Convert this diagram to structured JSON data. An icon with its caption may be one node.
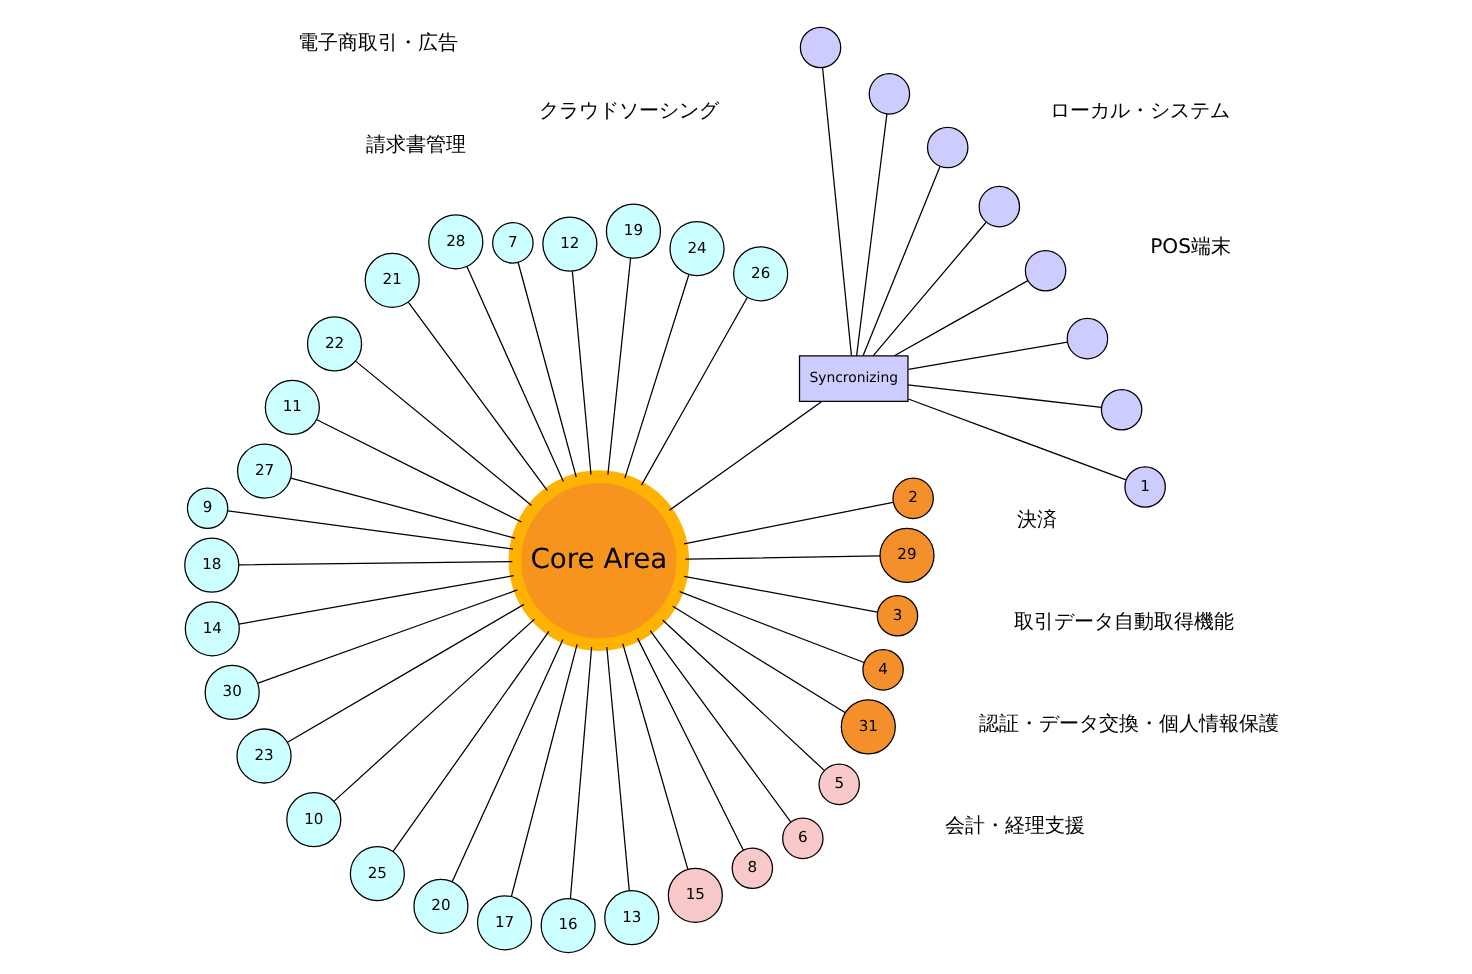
{
  "diagram": {
    "nodes": [
      {
        "text": [
          "Core Area"
        ]
      },
      {
        "text": [
          "1"
        ]
      },
      {
        "text": [],
        "shape": "circle"
      },
      {
        "text": [],
        "shape": "circle"
      },
      {
        "text": [],
        "shape": "circle"
      },
      {
        "text": [],
        "shape": "circle"
      },
      {
        "text": [],
        "shape": "circle"
      },
      {
        "text": [],
        "shape": "circle"
      },
      {
        "text": [],
        "shape": "circle"
      },
      {
        "text": [
          "Syncronizing"
        ]
      },
      {
        "text": [
          "26"
        ]
      },
      {
        "text": [
          "24"
        ]
      },
      {
        "text": [
          "19"
        ]
      },
      {
        "text": [
          "12"
        ]
      },
      {
        "text": [
          "7"
        ]
      },
      {
        "text": [
          "28"
        ]
      },
      {
        "text": [
          "21"
        ]
      },
      {
        "text": [
          "22"
        ]
      },
      {
        "text": [
          "11"
        ]
      },
      {
        "text": [
          "27"
        ]
      },
      {
        "text": [
          "9"
        ]
      },
      {
        "text": [
          "18"
        ]
      },
      {
        "text": [
          "14"
        ]
      },
      {
        "text": [
          "30"
        ]
      },
      {
        "text": [
          "23"
        ]
      },
      {
        "text": [
          "10"
        ]
      },
      {
        "text": [
          "25"
        ]
      },
      {
        "text": [
          "20"
        ]
      },
      {
        "text": [
          "17"
        ]
      },
      {
        "text": [
          "16"
        ]
      },
      {
        "text": [
          "13"
        ]
      },
      {
        "text": [
          "15"
        ]
      },
      {
        "text": [
          "8"
        ]
      },
      {
        "text": [
          "6"
        ]
      },
      {
        "text": [
          "5"
        ]
      },
      {
        "text": [
          "31"
        ]
      },
      {
        "text": [
          "4"
        ]
      },
      {
        "text": [
          "3"
        ]
      },
      {
        "text": [
          "29"
        ]
      },
      {
        "text": [
          "2"
        ]
      }
    ],
    "edges": [
      {
        "from": 1,
        "to": 9,
        "arrow": "none"
      },
      {
        "from": 2,
        "to": 9,
        "arrow": "none"
      },
      {
        "from": 3,
        "to": 9,
        "arrow": "none"
      },
      {
        "from": 4,
        "to": 9,
        "arrow": "none"
      },
      {
        "from": 5,
        "to": 9,
        "arrow": "none"
      },
      {
        "from": 6,
        "to": 9,
        "arrow": "none"
      },
      {
        "from": 7,
        "to": 9,
        "arrow": "none"
      },
      {
        "from": 8,
        "to": 9,
        "arrow": "none"
      },
      {
        "from": 9,
        "to": 0,
        "arrow": "none"
      },
      {
        "from": 10,
        "to": 0,
        "arrow": "none"
      },
      {
        "from": 11,
        "to": 0,
        "arrow": "none"
      },
      {
        "from": 12,
        "to": 0,
        "arrow": "none"
      },
      {
        "from": 13,
        "to": 0,
        "arrow": "none"
      },
      {
        "from": 14,
        "to": 0,
        "arrow": "none"
      },
      {
        "from": 15,
        "to": 0,
        "arrow": "none"
      },
      {
        "from": 16,
        "to": 0,
        "arrow": "none"
      },
      {
        "from": 17,
        "to": 0,
        "arrow": "none"
      },
      {
        "from": 18,
        "to": 0,
        "arrow": "none"
      },
      {
        "from": 19,
        "to": 0,
        "arrow": "none"
      },
      {
        "from": 20,
        "to": 0,
        "arrow": "none"
      },
      {
        "from": 21,
        "to": 0,
        "arrow": "none"
      },
      {
        "from": 22,
        "to": 0,
        "arrow": "none"
      },
      {
        "from": 23,
        "to": 0,
        "arrow": "none"
      },
      {
        "from": 24,
        "to": 0,
        "arrow": "none"
      },
      {
        "from": 25,
        "to": 0,
        "arrow": "none"
      },
      {
        "from": 26,
        "to": 0,
        "arrow": "none"
      },
      {
        "from": 27,
        "to": 0,
        "arrow": "none"
      },
      {
        "from": 28,
        "to": 0,
        "arrow": "none"
      },
      {
        "from": 29,
        "to": 0,
        "arrow": "none"
      },
      {
        "from": 30,
        "to": 0,
        "arrow": "none"
      },
      {
        "from": 31,
        "to": 0,
        "arrow": "none"
      },
      {
        "from": 32,
        "to": 0,
        "arrow": "none"
      },
      {
        "from": 33,
        "to": 0,
        "arrow": "none"
      },
      {
        "from": 34,
        "to": 0,
        "arrow": "none"
      },
      {
        "from": 35,
        "to": 0,
        "arrow": "none"
      },
      {
        "from": 36,
        "to": 0,
        "arrow": "none"
      },
      {
        "from": 37,
        "to": 0,
        "arrow": "none"
      },
      {
        "from": 38,
        "to": 0,
        "arrow": "none"
      },
      {
        "from": 39,
        "to": 0,
        "arrow": "none"
      }
    ],
    "labels": [
      "取引データ自動取得機能",
      "認証・データ交換・個人情報保護",
      "会計・経理支援",
      "請求書管理",
      "ローカル・システム",
      "クラウドソーシング",
      "電子商取引・広告",
      "決済",
      "POS端末"
    ]
  }
}
